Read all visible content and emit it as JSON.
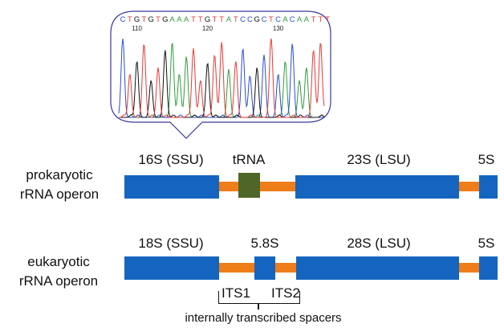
{
  "chromatogram": {
    "sequence": "CTGTGTGAAATTGTTATCCGCTCACAATTT",
    "base_colors": {
      "A": "#2e9e3a",
      "C": "#2a4cd6",
      "G": "#111111",
      "T": "#e53935"
    },
    "positions": [
      "110",
      "120",
      "130"
    ]
  },
  "prokaryotic": {
    "row_label_line1": "prokaryotic",
    "row_label_line2": "rRNA operon",
    "labels": {
      "ssu": "16S (SSU)",
      "trna": "tRNA",
      "lsu": "23S (LSU)",
      "five_s": "5S"
    }
  },
  "eukaryotic": {
    "row_label_line1": "eukaryotic",
    "row_label_line2": "rRNA operon",
    "labels": {
      "ssu": "18S (SSU)",
      "five_8s": "5.8S",
      "lsu": "28S (LSU)",
      "five_s": "5S"
    }
  },
  "spacers": {
    "its1": "ITS1",
    "its2": "ITS2",
    "caption": "internally transcribed spacers"
  },
  "colors": {
    "gene_block": "#1565c0",
    "spacer": "#ef7d1a",
    "trna_block": "#4e6628",
    "bubble_border": "#3a3aa0"
  }
}
